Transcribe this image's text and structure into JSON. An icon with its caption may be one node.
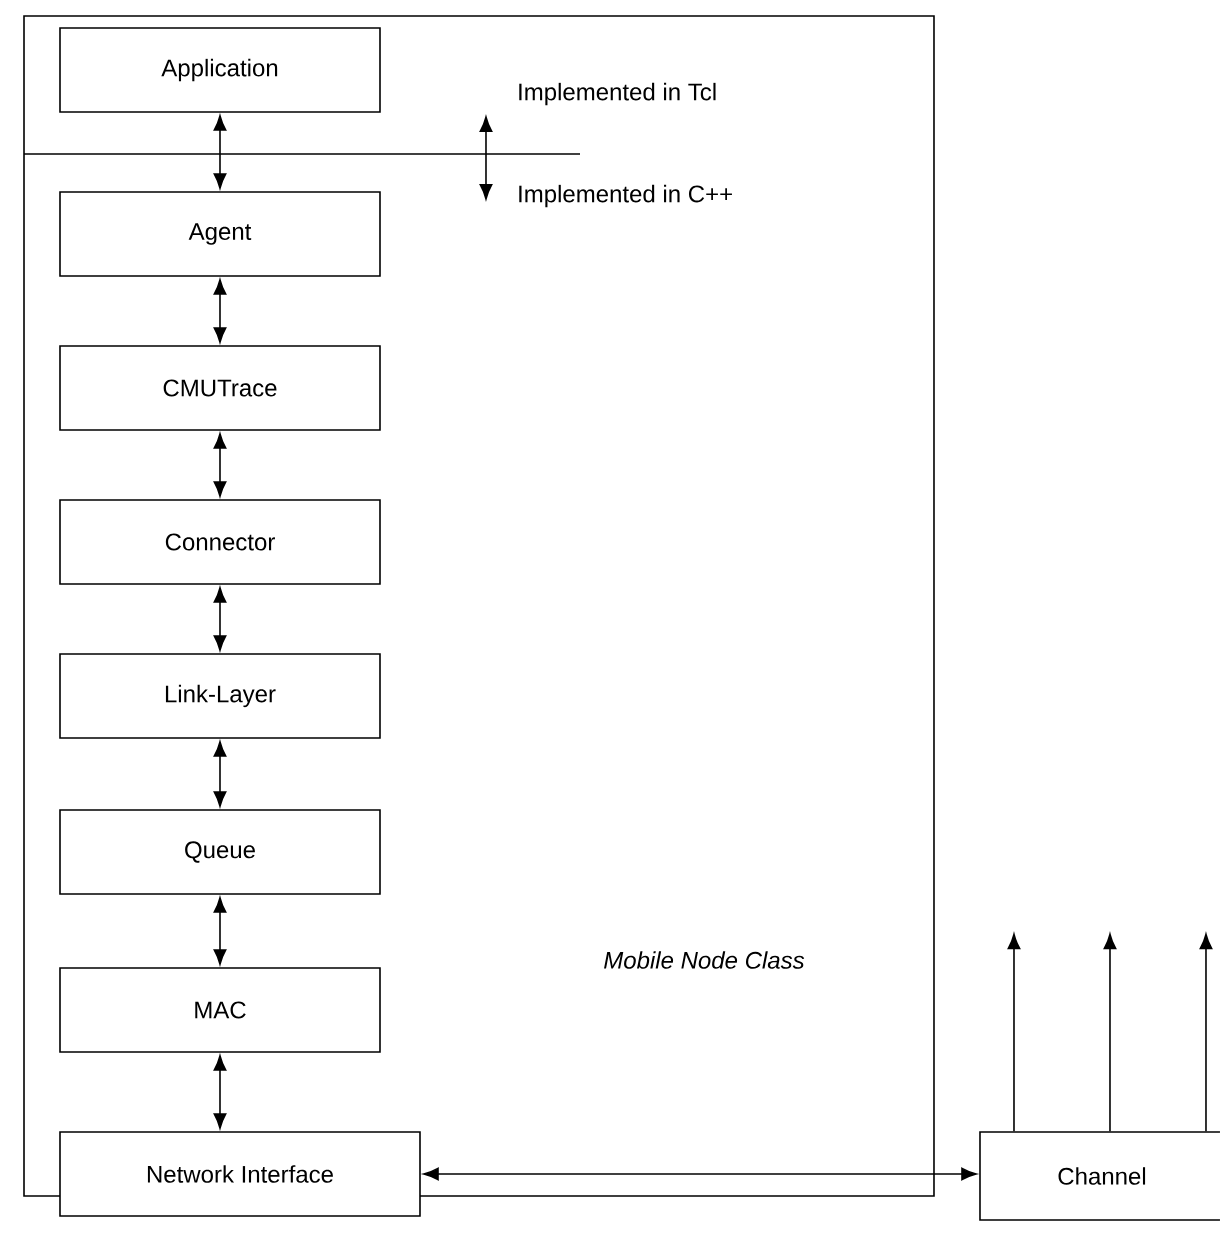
{
  "diagram": {
    "nodes": [
      {
        "text": [
          "Mobile Node Class"
        ]
      },
      {
        "text": [
          "Application"
        ],
        "in": 0
      },
      {
        "text": [
          "Agent"
        ],
        "in": 0
      },
      {
        "text": [
          "CMUTrace"
        ],
        "in": 0
      },
      {
        "text": [
          "Connector"
        ],
        "in": 0
      },
      {
        "text": [
          "Link-Layer"
        ],
        "in": 0
      },
      {
        "text": [
          "Queue"
        ],
        "in": 0
      },
      {
        "text": [
          "MAC"
        ],
        "in": 0
      },
      {
        "text": [
          "Network Interface"
        ],
        "in": 0
      },
      {
        "text": [
          "Channel"
        ]
      }
    ],
    "edges": [
      {
        "from": 1,
        "to": 2,
        "arrow": "both"
      },
      {
        "from": 2,
        "to": 3,
        "arrow": "both"
      },
      {
        "from": 3,
        "to": 4,
        "arrow": "both"
      },
      {
        "from": 4,
        "to": 5,
        "arrow": "both"
      },
      {
        "from": 5,
        "to": 6,
        "arrow": "both"
      },
      {
        "from": 6,
        "to": 7,
        "arrow": "both"
      },
      {
        "from": 7,
        "to": 8,
        "arrow": "both"
      },
      {
        "from": 8,
        "to": 9,
        "arrow": "both"
      },
      {
        "from": 9,
        "to": null,
        "arrow": "to"
      },
      {
        "from": 9,
        "to": null,
        "arrow": "to"
      },
      {
        "from": 9,
        "to": null,
        "arrow": "to"
      }
    ],
    "labels": [
      "Implemented in Tcl",
      "Implemented in C++"
    ]
  }
}
